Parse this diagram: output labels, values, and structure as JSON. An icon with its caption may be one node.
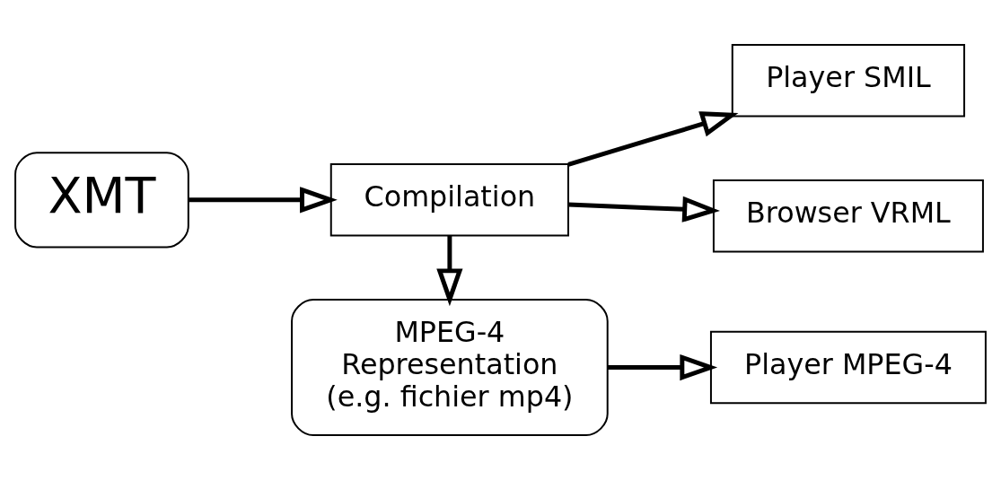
{
  "diagram": {
    "nodes": [
      {
        "text": [
          "XMT"
        ]
      },
      {
        "text": [
          "Compilation"
        ]
      },
      {
        "text": [
          "Player SMIL"
        ]
      },
      {
        "text": [
          "Browser VRML"
        ]
      },
      {
        "text": [
          "MPEG-4 Representation (e.g. fichier mp4)"
        ]
      },
      {
        "text": [
          "Player MPEG-4"
        ]
      }
    ],
    "edges": [
      {
        "from": 0,
        "to": 1,
        "arrow": "to"
      },
      {
        "from": 1,
        "to": 2,
        "arrow": "to"
      },
      {
        "from": 1,
        "to": 3,
        "arrow": "to"
      },
      {
        "from": 1,
        "to": 4,
        "arrow": "to"
      },
      {
        "from": 4,
        "to": 5,
        "arrow": "to"
      }
    ]
  }
}
